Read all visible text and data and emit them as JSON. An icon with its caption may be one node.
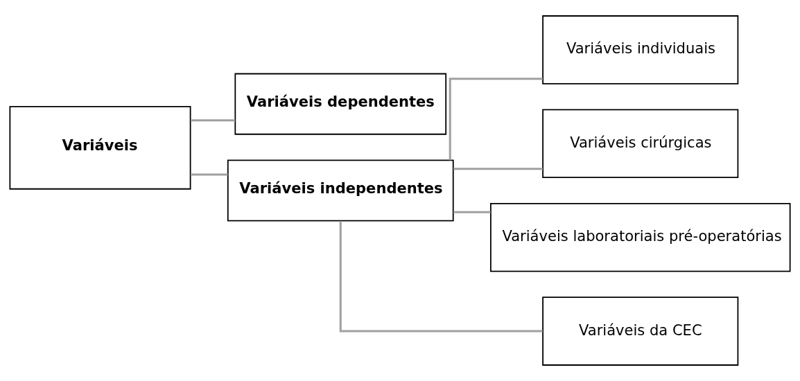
{
  "diagram": {
    "nodes": [
      {
        "text": [
          "Variáveis"
        ]
      },
      {
        "text": [
          "Variáveis dependentes"
        ]
      },
      {
        "text": [
          "Variáveis independentes"
        ]
      },
      {
        "text": [
          "Variáveis individuais"
        ]
      },
      {
        "text": [
          "Variáveis cirúrgicas"
        ]
      },
      {
        "text": [
          "Variáveis laboratoriais pré-operatórias"
        ]
      },
      {
        "text": [
          "Variáveis da CEC"
        ]
      }
    ],
    "edges": [
      {
        "from": 0,
        "to": 1,
        "arrow": "none"
      },
      {
        "from": 0,
        "to": 2,
        "arrow": "none"
      },
      {
        "from": 2,
        "to": 3,
        "arrow": "none"
      },
      {
        "from": 2,
        "to": 4,
        "arrow": "none"
      },
      {
        "from": 2,
        "to": 5,
        "arrow": "none"
      },
      {
        "from": 2,
        "to": 6,
        "arrow": "none"
      }
    ]
  }
}
